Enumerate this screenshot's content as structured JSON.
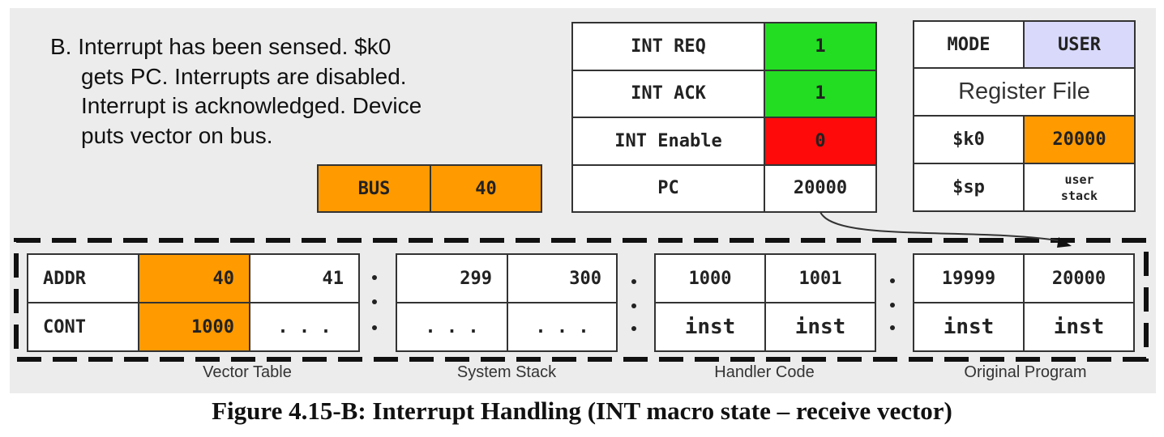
{
  "description": {
    "label": "B.",
    "lines": [
      "Interrupt has been sensed. $k0",
      "gets PC. Interrupts  are disabled.",
      "Interrupt is  acknowledged. Device",
      "puts vector on bus."
    ]
  },
  "bus": {
    "label": "BUS",
    "value": "40"
  },
  "int_table": [
    {
      "label": "INT REQ",
      "value": "1",
      "color": "#22dd22"
    },
    {
      "label": "INT ACK",
      "value": "1",
      "color": "#22dd22"
    },
    {
      "label": "INT Enable",
      "value": "0",
      "color": "#ff0a0a"
    },
    {
      "label": "PC",
      "value": "20000",
      "color": "#ffffff"
    }
  ],
  "mode": {
    "label": "MODE",
    "value": "USER",
    "color": "#d9d9fb"
  },
  "register_file": {
    "title": "Register File",
    "rows": [
      {
        "label": "$k0",
        "value": "20000",
        "color": "#ff9a00"
      },
      {
        "label": "$sp",
        "value_line1": "user",
        "value_line2": "stack"
      }
    ]
  },
  "memory": {
    "row_labels": [
      "ADDR",
      "CONT"
    ],
    "vector_table": {
      "label": "Vector Table",
      "addrs": [
        "40",
        "41"
      ],
      "conts": [
        "1000",
        ". . ."
      ],
      "highlight_color": "#ff9a00"
    },
    "system_stack": {
      "label": "System Stack",
      "addrs": [
        "299",
        "300"
      ],
      "conts": ". . ."
    },
    "handler_code": {
      "label": "Handler Code",
      "addrs": [
        "1000",
        "1001"
      ],
      "conts": "inst"
    },
    "original_program": {
      "label": "Original Program",
      "addrs": [
        "19999",
        "20000"
      ],
      "conts": "inst"
    }
  },
  "caption": "Figure 4.15-B: Interrupt Handling (INT macro state – receive vector)"
}
